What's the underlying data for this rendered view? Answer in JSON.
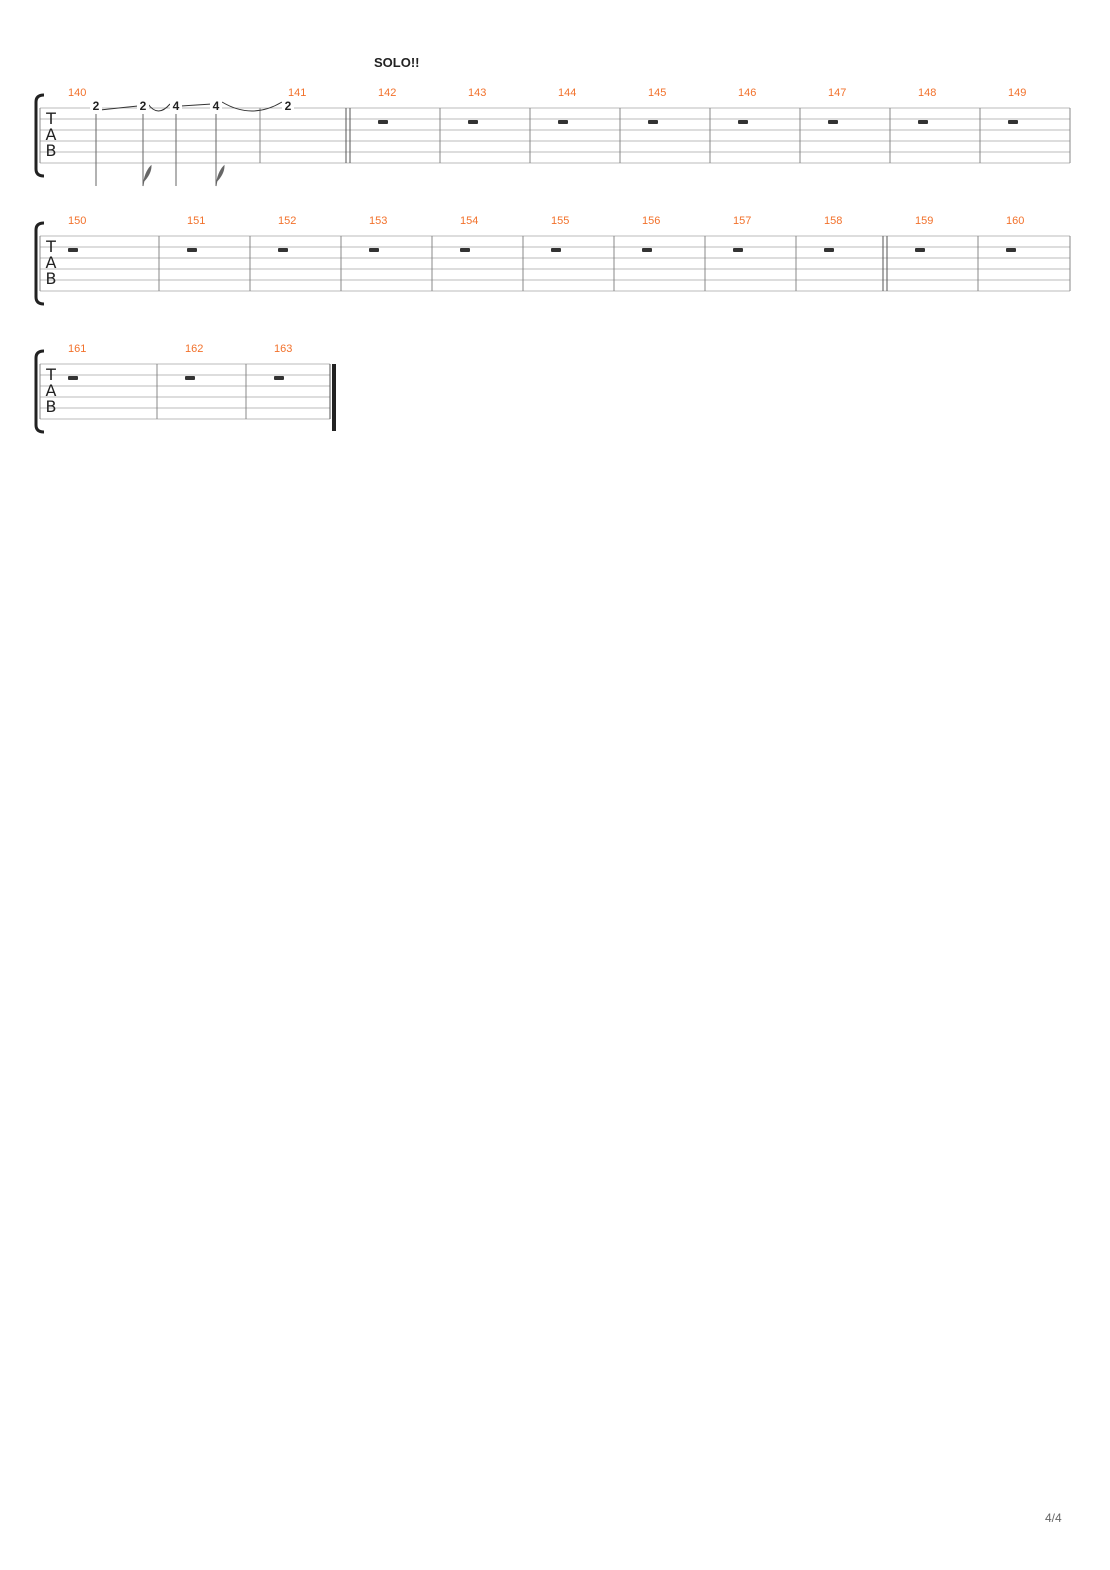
{
  "section_label": "SOLO!!",
  "page_number": "4/4",
  "tab_clef": [
    "T",
    "A",
    "B"
  ],
  "systems": [
    {
      "measures": [
        {
          "number": "140",
          "rest": false,
          "notes": [
            {
              "fret": "2",
              "flag": false
            },
            {
              "fret": "2",
              "flag": true
            },
            {
              "fret": "4",
              "flag": false
            },
            {
              "fret": "4",
              "flag": true
            }
          ]
        },
        {
          "number": "141",
          "rest": false,
          "notes": [
            {
              "fret": "2",
              "flag": false
            }
          ]
        },
        {
          "number": "142",
          "rest": true
        },
        {
          "number": "143",
          "rest": true
        },
        {
          "number": "144",
          "rest": true
        },
        {
          "number": "145",
          "rest": true
        },
        {
          "number": "146",
          "rest": true
        },
        {
          "number": "147",
          "rest": true
        },
        {
          "number": "148",
          "rest": true
        },
        {
          "number": "149",
          "rest": true
        }
      ]
    },
    {
      "measures": [
        {
          "number": "150",
          "rest": true
        },
        {
          "number": "151",
          "rest": true
        },
        {
          "number": "152",
          "rest": true
        },
        {
          "number": "153",
          "rest": true
        },
        {
          "number": "154",
          "rest": true
        },
        {
          "number": "155",
          "rest": true
        },
        {
          "number": "156",
          "rest": true
        },
        {
          "number": "157",
          "rest": true
        },
        {
          "number": "158",
          "rest": true
        },
        {
          "number": "159",
          "rest": true
        },
        {
          "number": "160",
          "rest": true
        }
      ]
    },
    {
      "measures": [
        {
          "number": "161",
          "rest": true
        },
        {
          "number": "162",
          "rest": true
        },
        {
          "number": "163",
          "rest": true
        }
      ]
    }
  ]
}
